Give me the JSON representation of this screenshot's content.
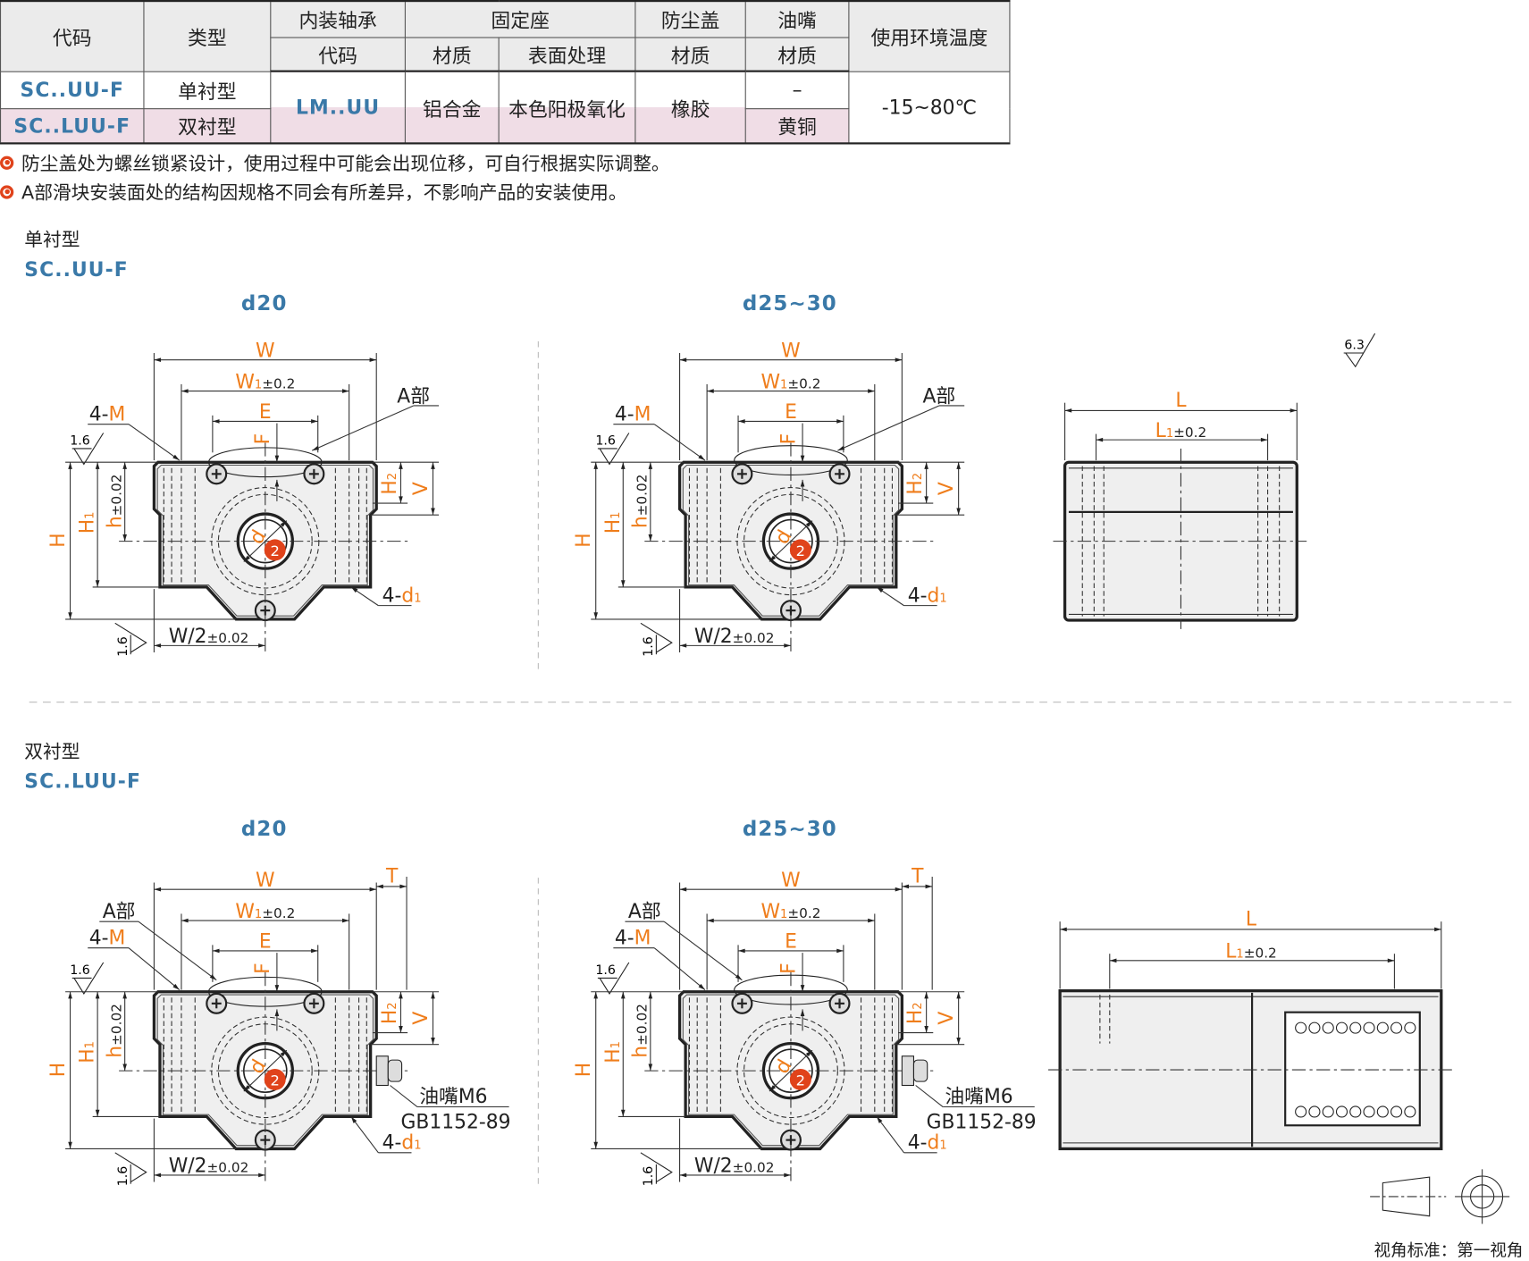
{
  "table": {
    "header_row1": [
      "代码",
      "类型",
      "内装轴承",
      "固定座",
      "防尘盖",
      "油嘴",
      "使用环境温度"
    ],
    "header_row2": [
      "代码",
      "材质",
      "表面处理",
      "材质",
      "材质"
    ],
    "rows": [
      {
        "code": "SC..UU-F",
        "type": "单衬型",
        "grease_nipple": "–"
      },
      {
        "code": "SC..LUU-F",
        "type": "双衬型",
        "grease_nipple": "黄铜"
      }
    ],
    "bearing_code": "LM..UU",
    "seat_material": "铝合金",
    "surface": "本色阳极氧化",
    "cover_material": "橡胶",
    "temperature": "-15~80℃"
  },
  "notes": [
    "防尘盖处为螺丝锁紧设计，使用过程中可能会出现位移，可自行根据实际调整。",
    "A部滑块安装面处的结构因规格不同会有所差异，不影响产品的安装使用。"
  ],
  "sections": [
    {
      "title": "单衬型",
      "code": "SC..UU-F",
      "views": [
        "d20",
        "d25~30"
      ]
    },
    {
      "title": "双衬型",
      "code": "SC..LUU-F",
      "views": [
        "d20",
        "d25~30"
      ]
    }
  ],
  "labels": {
    "W": "W",
    "W1": "W",
    "sub1": "1",
    "sub2": "2",
    "tol02": "±0.2",
    "tol002": "±0.02",
    "E": "E",
    "F": "F",
    "A": "A部",
    "four": "4-",
    "M": "M",
    "H": "H",
    "h": "h",
    "V": "V",
    "W2": "W/2",
    "d1": "d",
    "d": "d",
    "ra16": "1.6",
    "ra63": "6.3",
    "L": "L",
    "T": "T",
    "nipple1": "油嘴M6",
    "nipple2": "GB1152-89",
    "marker": "2"
  },
  "projection_label": "视角标准：第一视角",
  "colors": {
    "accent": "#ef7d1b",
    "blue": "#3a79a8",
    "red": "#e0431b",
    "pink": "#f0dde6"
  }
}
